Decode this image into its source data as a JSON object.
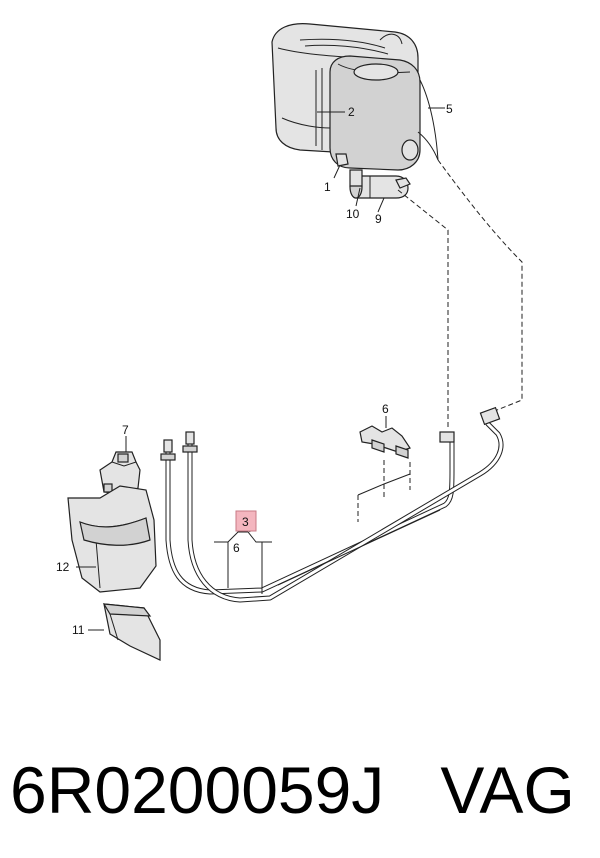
{
  "callouts": {
    "c1": "1",
    "c2": "2",
    "c3": "3",
    "c5": "5",
    "c6_top": "6",
    "c6_mid": "6",
    "c7": "7",
    "c9": "9",
    "c10": "10",
    "c11": "11",
    "c12": "12"
  },
  "highlight_color": "#f4b6bf",
  "caption": {
    "part_number": "6R0200059J",
    "brand": "VAG"
  }
}
